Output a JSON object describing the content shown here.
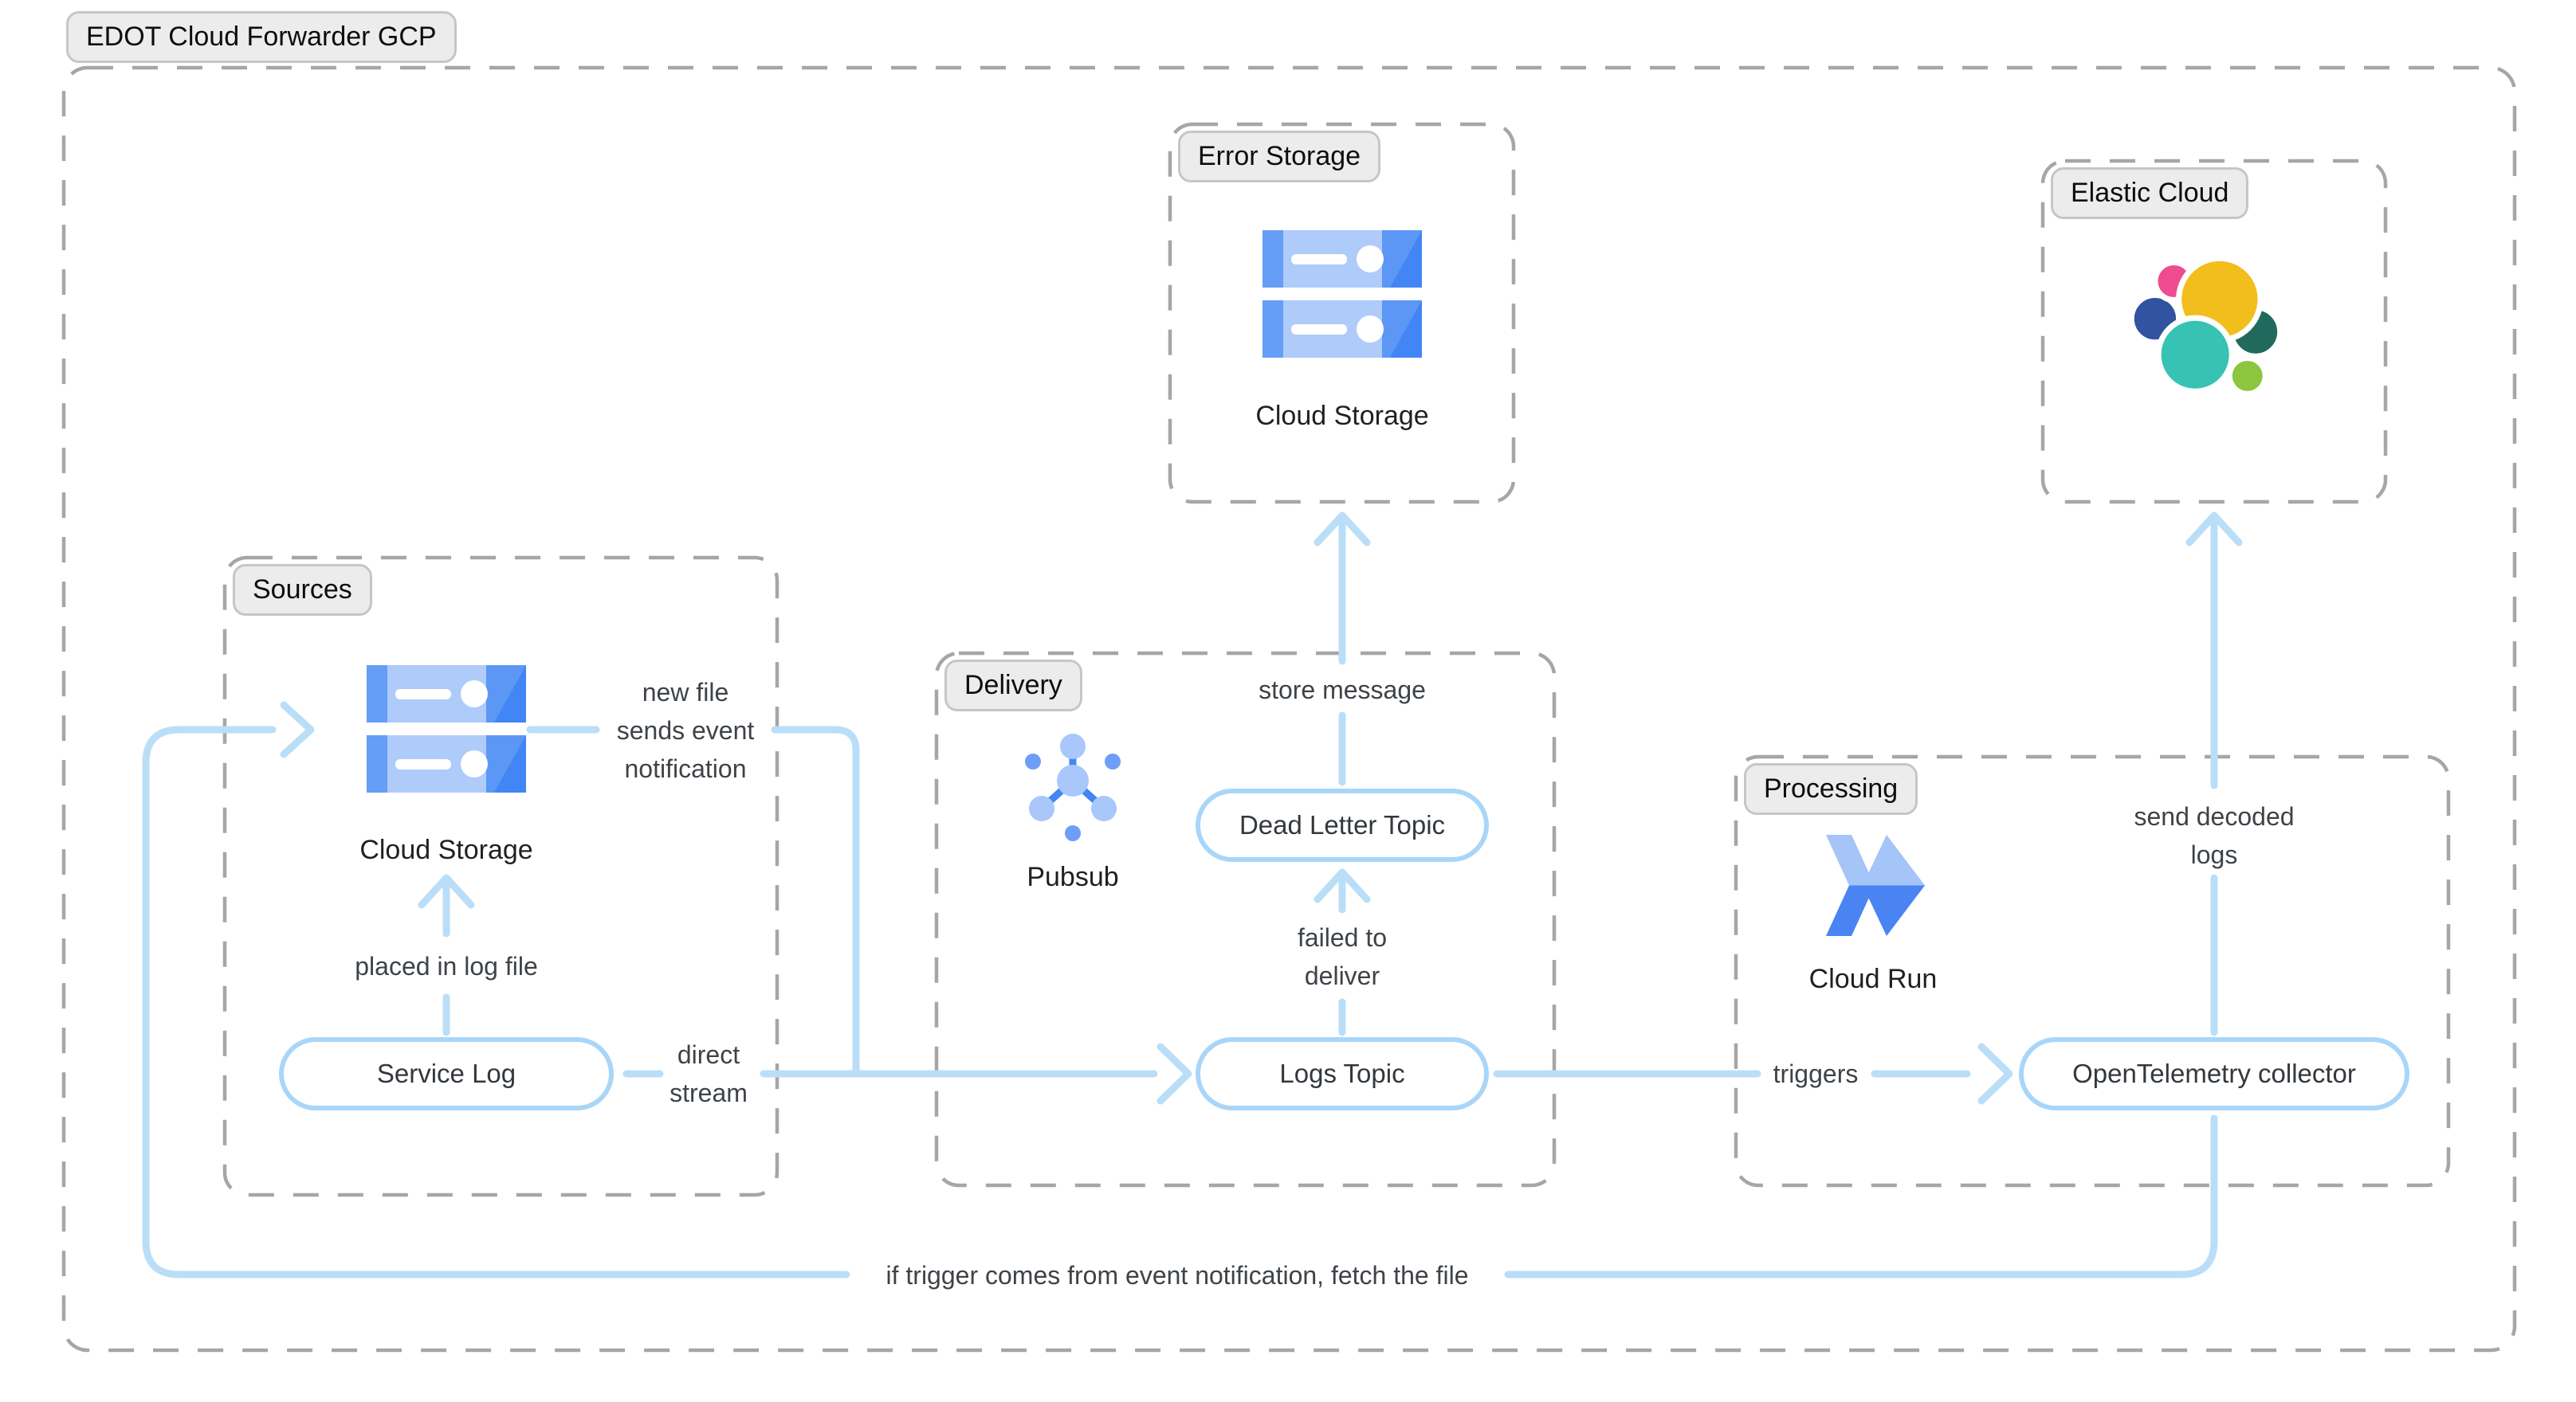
{
  "title": "EDOT Cloud Forwarder GCP",
  "groups": {
    "sources": {
      "label": "Sources"
    },
    "error_storage": {
      "label": "Error Storage"
    },
    "elastic_cloud": {
      "label": "Elastic Cloud"
    },
    "delivery": {
      "label": "Delivery"
    },
    "processing": {
      "label": "Processing"
    }
  },
  "nodes": {
    "cloud_storage_sources": {
      "caption": "Cloud Storage"
    },
    "cloud_storage_error": {
      "caption": "Cloud Storage"
    },
    "pubsub": {
      "caption": "Pubsub"
    },
    "cloud_run": {
      "caption": "Cloud Run"
    },
    "service_log": {
      "label": "Service Log"
    },
    "dead_letter_topic": {
      "label": "Dead Letter Topic"
    },
    "logs_topic": {
      "label": "Logs Topic"
    },
    "otel_collector": {
      "label": "OpenTelemetry collector"
    }
  },
  "edges": {
    "new_file_event": {
      "lines": [
        "new file",
        "sends event",
        "notification"
      ]
    },
    "placed_in_log_file": {
      "label": "placed in log file"
    },
    "direct_stream": {
      "lines": [
        "direct",
        "stream"
      ]
    },
    "store_message": {
      "label": "store message"
    },
    "failed_to_deliver": {
      "lines": [
        "failed to",
        "deliver"
      ]
    },
    "triggers": {
      "label": "triggers"
    },
    "send_decoded_logs": {
      "lines": [
        "send decoded",
        "logs"
      ]
    },
    "fetch_file": {
      "label": "if trigger comes from event notification, fetch the file"
    }
  },
  "colors": {
    "connector_blue": "#BADEF8",
    "node_border_blue": "#A9D6F8",
    "dashed_border_gray": "#A6A6A6",
    "label_pill_bg": "#ECECEC",
    "label_pill_border": "#C6C6C6",
    "text_dark": "#3E4348",
    "gcp_blue_light": "#AECBFA",
    "gcp_blue_medium": "#669DF6",
    "gcp_blue_dark": "#4285F4",
    "elastic_yellow": "#F2BE1B",
    "elastic_pink": "#EE4C8E",
    "elastic_navy": "#3153A0",
    "elastic_teal": "#36C2B4",
    "elastic_dark_green": "#20695D",
    "elastic_light_green": "#8CC63E"
  }
}
